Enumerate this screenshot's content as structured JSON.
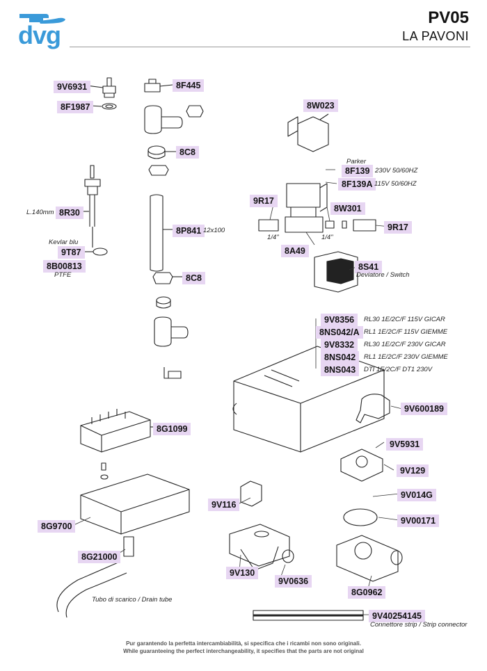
{
  "header": {
    "logo_text": "dvg",
    "model": "PV05",
    "brand": "LA PAVONI"
  },
  "parts": {
    "p9V6931": "9V6931",
    "p8F445": "8F445",
    "p8F1987": "8F1987",
    "p8W023": "8W023",
    "p8C8a": "8C8",
    "p8F139": "8F139",
    "p8F139A": "8F139A",
    "p9R17a": "9R17",
    "p8W301": "8W301",
    "p8R30": "8R30",
    "p9R17b": "9R17",
    "p8P841": "8P841",
    "p9T87": "9T87",
    "p8A49": "8A49",
    "p8B00813": "8B00813",
    "p8S41": "8S41",
    "p8C8b": "8C8",
    "p9V8356": "9V8356",
    "p8NS042A": "8NS042/A",
    "p9V8332": "9V8332",
    "p8NS042": "8NS042",
    "p8NS043": "8NS043",
    "p9V600189": "9V600189",
    "p8G1099": "8G1099",
    "p9V5931": "9V5931",
    "p9V129": "9V129",
    "p9V116": "9V116",
    "p9V014G": "9V014G",
    "p8G9700": "8G9700",
    "p9V00171": "9V00171",
    "p8G21000": "8G21000",
    "p9V130": "9V130",
    "p9V0636": "9V0636",
    "p8G0962": "8G0962",
    "p9V40254145": "9V40254145"
  },
  "notes": {
    "parker": "Parker",
    "v230": "230V 50/60HZ",
    "v115": "115V 50/60HZ",
    "len140": "L.140mm",
    "kevlar": "Kevlar blu",
    "ptfe": "PTFE",
    "dim12x100": "12x100",
    "quarter_a": "1/4\"",
    "quarter_b": "1/4\"",
    "switch": "Deviatore / Switch",
    "r1": "RL30 1E/2C/F 115V GICAR",
    "r2": "RL1 1E/2C/F 115V GIEMME",
    "r3": "RL30 1E/2C/F 230V GICAR",
    "r4": "RL1 1E/2C/F 230V GIEMME",
    "r5": "DTI 1E/2C/F DT1 230V",
    "drain": "Tubo di scarico / Drain tube",
    "strip": "Connettore strip / Strip connector"
  },
  "footer": {
    "line1": "Pur garantendo la perfetta intercambiabilità, si specifica che i ricambi non sono originali.",
    "line2": "While guaranteeing the perfect interchangeability, it specifies that the parts are not original"
  }
}
